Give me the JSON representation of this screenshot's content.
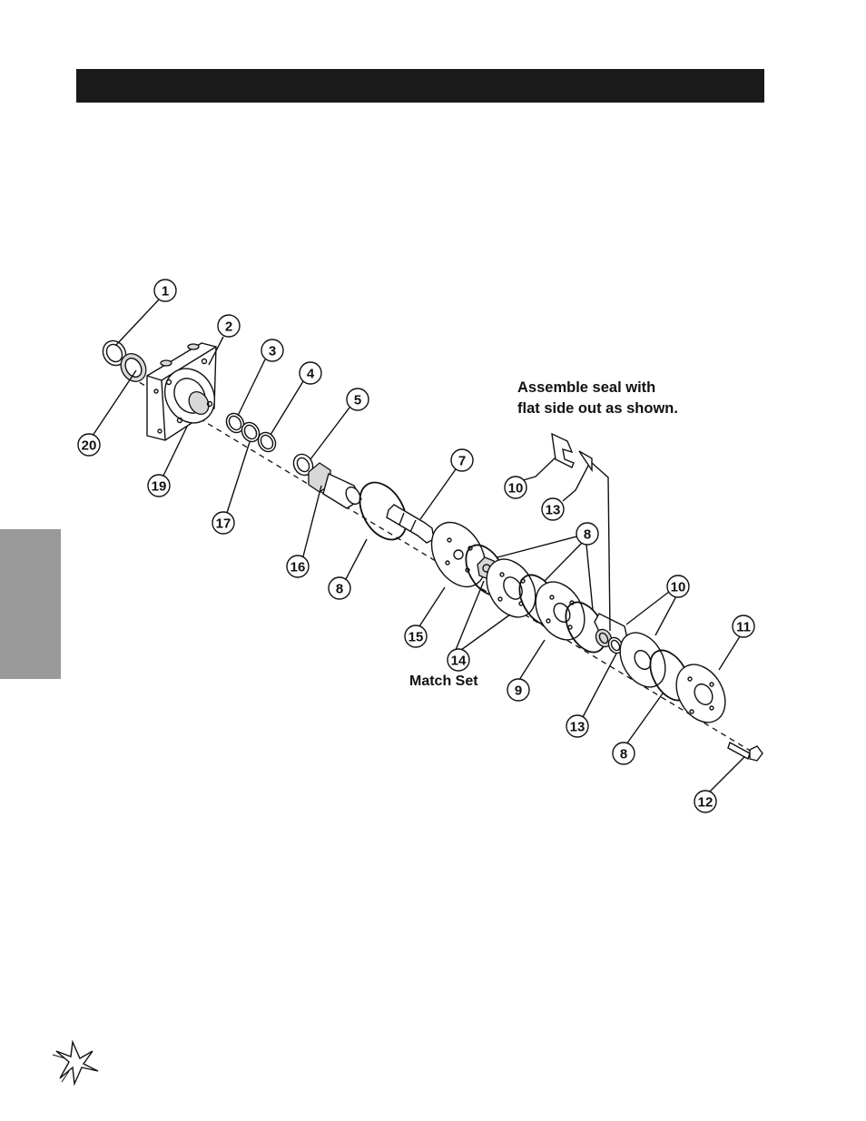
{
  "header": {
    "title": ""
  },
  "diagram": {
    "callouts": [
      "1",
      "2",
      "3",
      "4",
      "5",
      "7",
      "10",
      "13",
      "8",
      "20",
      "19",
      "17",
      "16",
      "8",
      "15",
      "14",
      "9",
      "10",
      "11",
      "13",
      "8",
      "12"
    ],
    "note_line1": "Assemble seal with",
    "note_line2": "flat side out as shown.",
    "match_set_label": "Match Set"
  },
  "icons": {
    "logo": "star-burst-logo-icon"
  }
}
